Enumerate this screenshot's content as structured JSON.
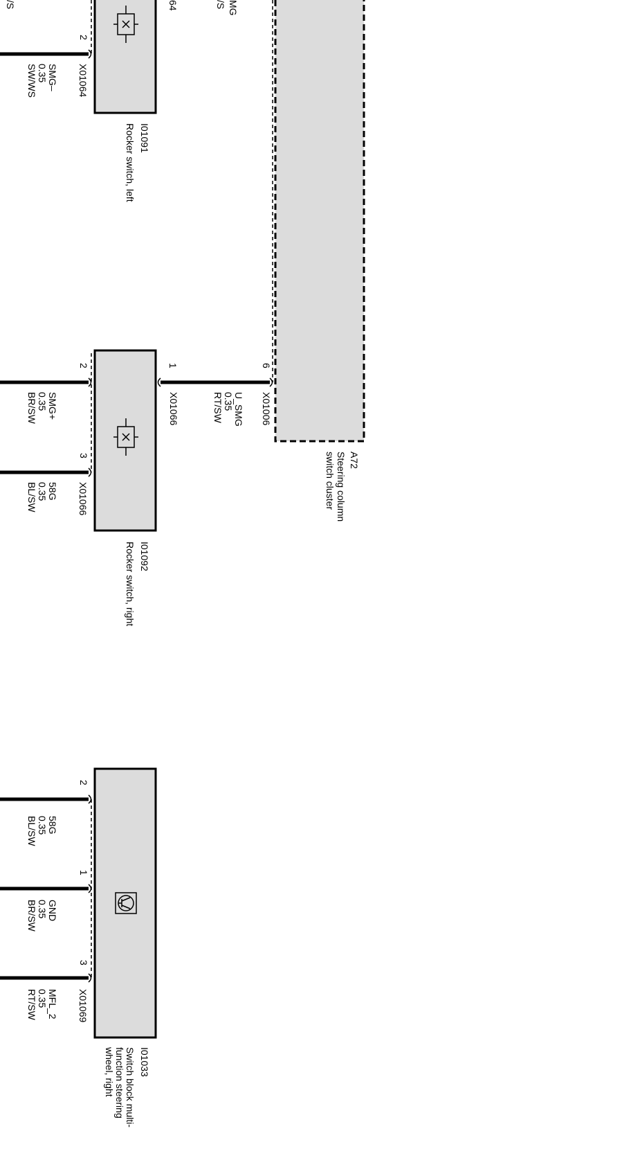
{
  "colors": {
    "component_fill": "#dcdcdc",
    "line": "#000000",
    "background": "#ffffff"
  },
  "top_partial": {
    "a": "/S",
    "b": "MG",
    "c": "/S",
    "d": "64"
  },
  "rocker_left": {
    "id": "I01091",
    "name": "Rocker switch, left",
    "connector": "X01064",
    "pin": "2",
    "signal": "SMG–",
    "size": "0.35",
    "color": "SW/WS"
  },
  "a72": {
    "id": "A72",
    "name_line1": "Steering column",
    "name_line2": "switch cluster",
    "connector": "X01006",
    "pin": "6"
  },
  "rocker_right": {
    "id": "I01092",
    "name": "Rocker switch, right",
    "connector": "X01066",
    "wire_from_a72": {
      "pin": "1",
      "signal": "U_SMG",
      "size": "0.35",
      "color": "RT/SW"
    },
    "wire_2": {
      "pin": "2",
      "signal": "SMG+",
      "size": "0.35",
      "color": "BR/SW"
    },
    "wire_3": {
      "pin": "3",
      "signal": "58G",
      "size": "0.35",
      "color": "BL/SW"
    }
  },
  "switch_block": {
    "id": "I01033",
    "name_line1": "Switch block multi-",
    "name_line2": "function steering",
    "name_line3": "wheel, right",
    "connector": "X01069",
    "wire_2": {
      "pin": "2",
      "signal": "58G",
      "size": "0.35",
      "color": "BL/SW"
    },
    "wire_1": {
      "pin": "1",
      "signal": "GND",
      "size": "0.35",
      "color": "BR/SW"
    },
    "wire_3": {
      "pin": "3",
      "signal": "MFL_2",
      "size": "0.35",
      "color": "RT/SW"
    }
  }
}
